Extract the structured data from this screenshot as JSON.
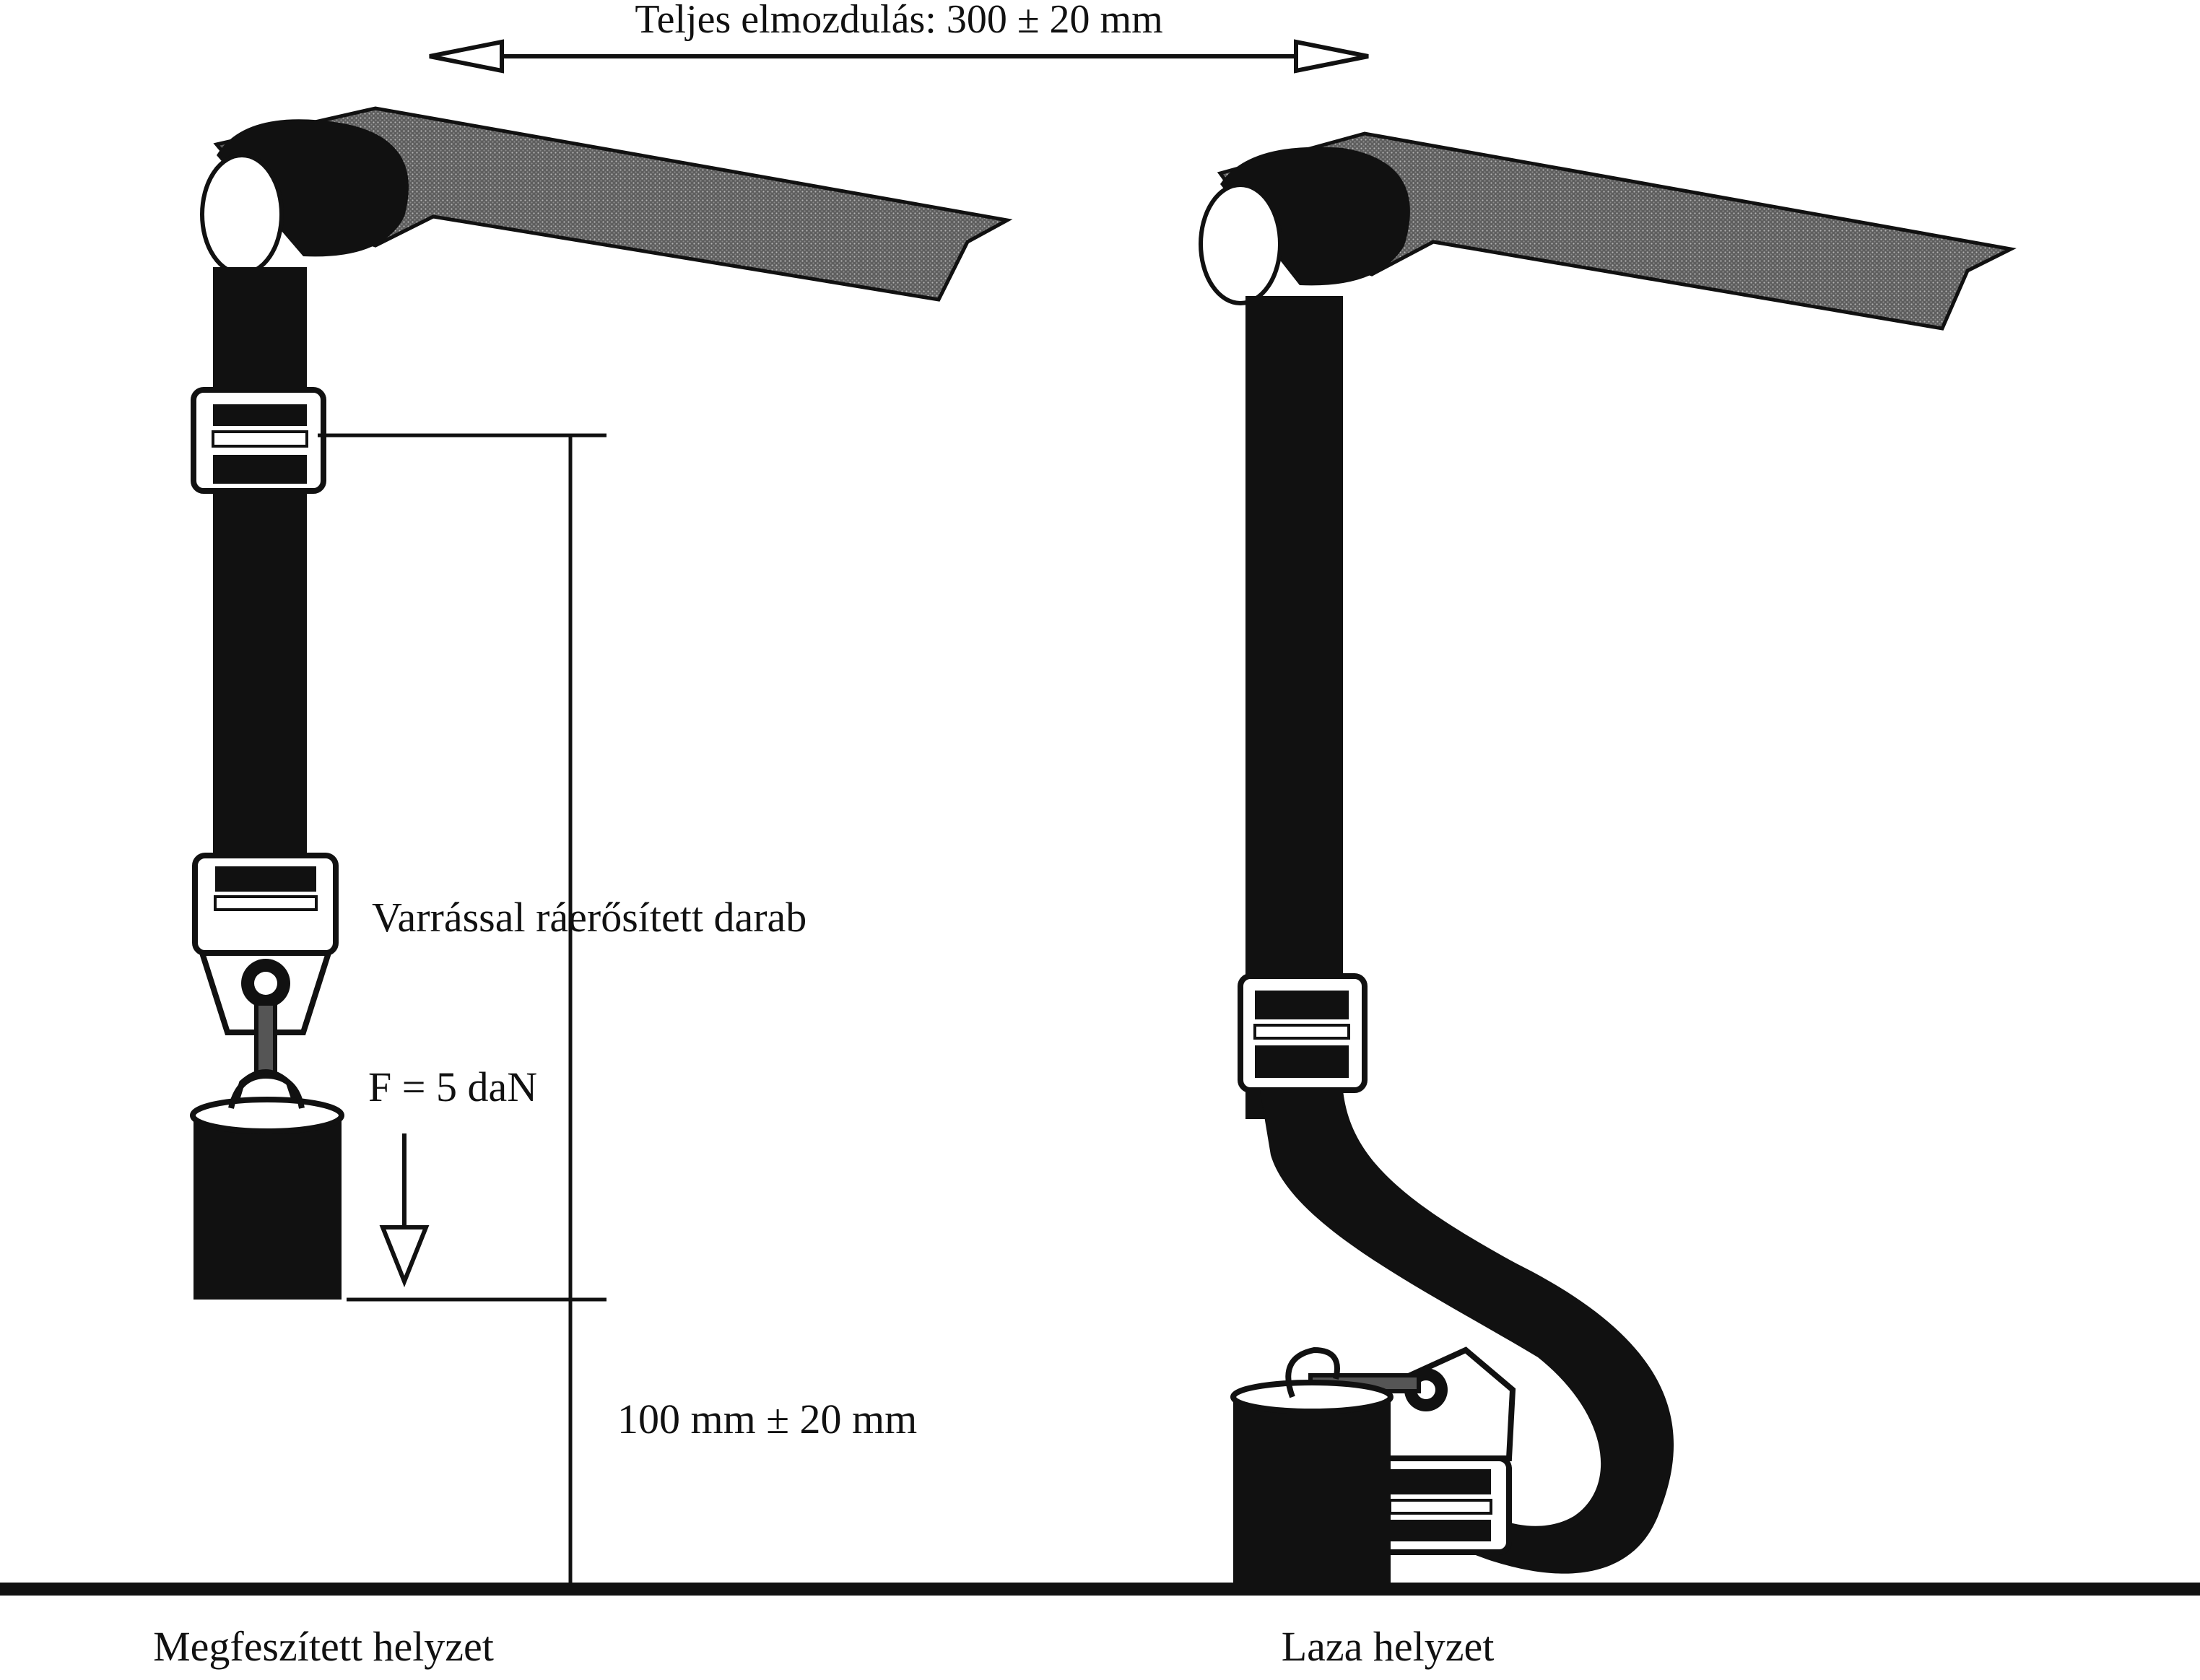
{
  "labels": {
    "total_displacement": "Teljes elmozdulás: 300 ± 20 mm",
    "sewn_piece": "Varrással ráerősített darab",
    "force": "F = 5 daN",
    "distance": "100 mm ± 20 mm",
    "tensioned_position": "Megfeszített helyzet",
    "slack_position": "Laza helyzet"
  },
  "colors": {
    "ink": "#111111",
    "strap_gray": "#7a7a7a",
    "background": "#ffffff"
  }
}
